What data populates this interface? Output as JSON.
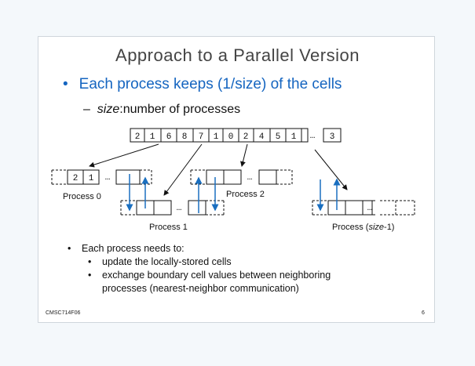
{
  "slide": {
    "title": "Approach to a Parallel Version",
    "bullet_main": "Each process keeps (1/size) of the cells",
    "sub_bullet_italic": "size",
    "sub_bullet_rest": ":number of processes",
    "array_values": [
      "2",
      "1",
      "6",
      "8",
      "7",
      "1",
      "0",
      "2",
      "4",
      "5",
      "1",
      "…",
      "3"
    ],
    "process0": {
      "label": "Process 0",
      "cells": [
        "2",
        "1",
        "…",
        "",
        ""
      ]
    },
    "process1": {
      "label": "Process 1"
    },
    "process2": {
      "label": "Process 2"
    },
    "processN": {
      "label_prefix": "Process (",
      "label_italic": "size",
      "label_suffix": "-1)"
    },
    "ellipsis": "…",
    "needs_heading": "Each process needs to:",
    "needs_items": [
      "update the locally-stored cells",
      "exchange boundary cell values between neighboring",
      "processes (nearest-neighbor communication)"
    ],
    "footer_left": "CMSC714F06",
    "footer_right": "6"
  },
  "colors": {
    "accent": "#1565c0",
    "arrow": "#1a6fc0",
    "border": "#111111"
  }
}
